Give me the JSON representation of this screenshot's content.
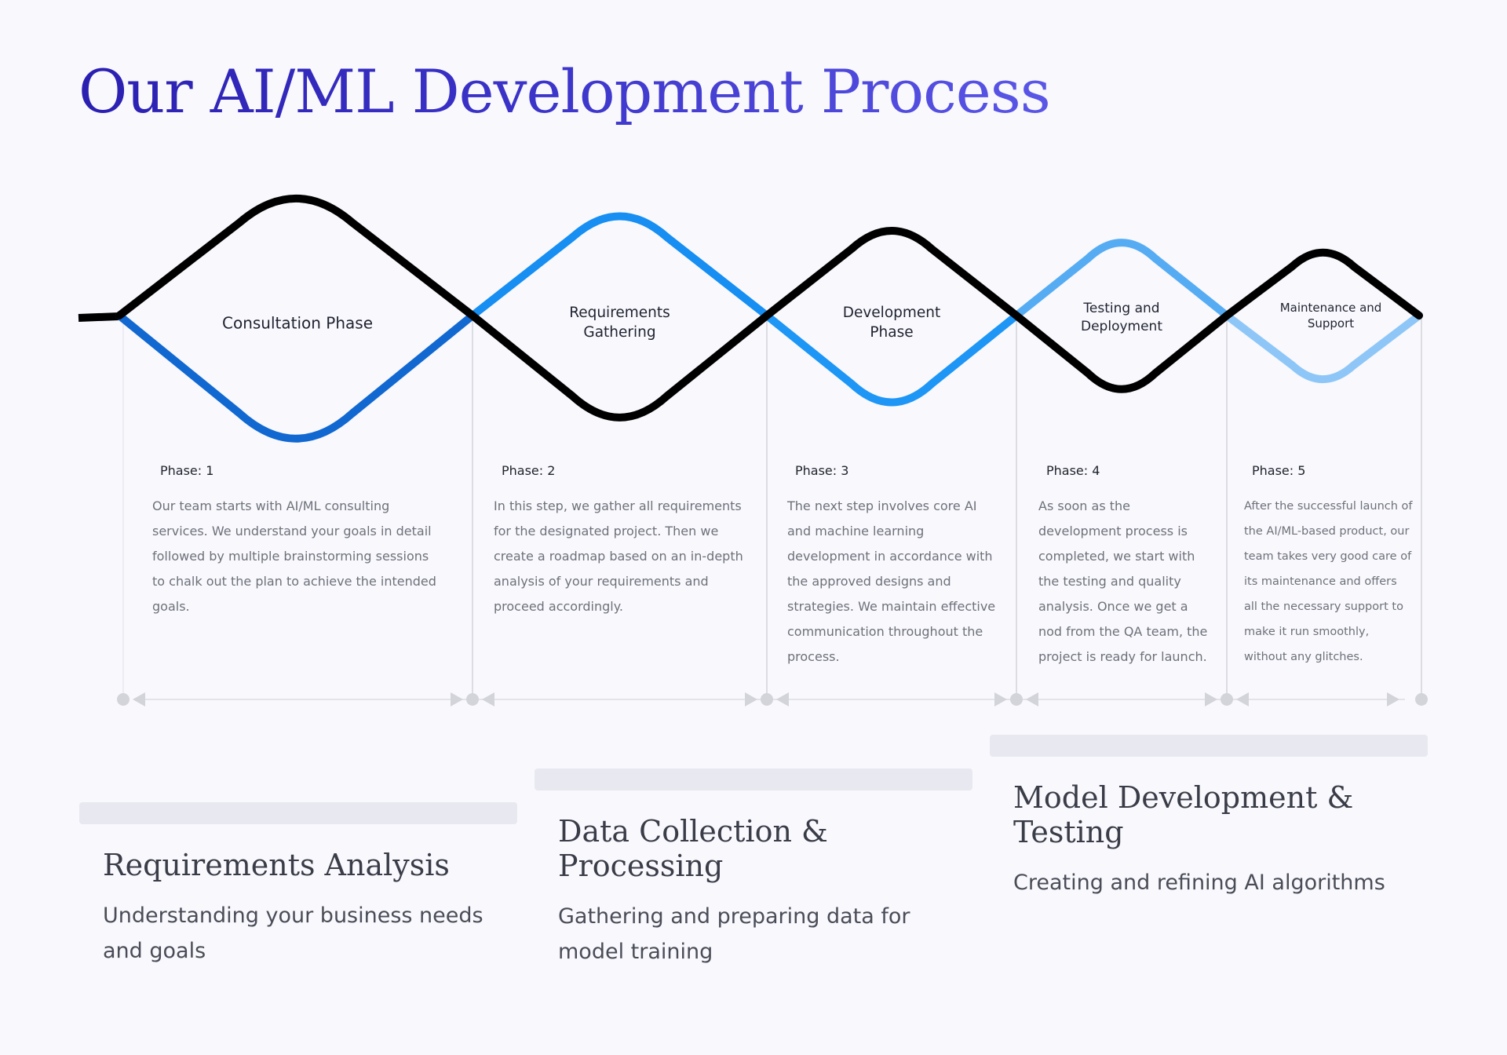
{
  "title": "Our AI/ML Development Process",
  "colors": {
    "title_start": "#2a1fb0",
    "title_end": "#5a56e6",
    "wave_black": "#000000",
    "wave_blue_1": "#1168d0",
    "wave_blue_2": "#168ef2",
    "wave_blue_3": "#1e96f5",
    "wave_blue_4": "#56acf3",
    "wave_blue_5": "#8ec7f7",
    "timeline": "#d6d7dc",
    "card_bar": "#e8e8f0"
  },
  "phases": [
    {
      "label_lines": [
        "Consultation Phase"
      ],
      "phase_label": "Phase: 1",
      "description": "Our team starts with AI/ML consulting services. We understand your goals in detail followed by multiple brainstorming sessions to chalk out the plan to achieve the intended goals."
    },
    {
      "label_lines": [
        "Requirements",
        "Gathering"
      ],
      "phase_label": "Phase: 2",
      "description": "In this step, we gather all requirements for the designated project. Then we create a roadmap based on an in-depth analysis of your requirements and proceed accordingly."
    },
    {
      "label_lines": [
        "Development",
        "Phase"
      ],
      "phase_label": "Phase: 3",
      "description": "The next step involves core AI and machine learning development in accordance with the approved designs and strategies.  We maintain effective communication throughout the process."
    },
    {
      "label_lines": [
        "Testing and",
        "Deployment"
      ],
      "phase_label": "Phase: 4",
      "description": "As soon as the development process is completed, we start with the testing and quality analysis. Once we get a nod from the QA team, the project is ready for launch."
    },
    {
      "label_lines": [
        "Maintenance and",
        "Support"
      ],
      "phase_label": "Phase: 5",
      "description": "After the successful launch of the AI/ML-based product, our team takes very good care of its maintenance and offers all the necessary support to make it run smoothly, without any glitches."
    }
  ],
  "cards": [
    {
      "title": "Requirements Analysis",
      "description": "Understanding your business needs and goals"
    },
    {
      "title": "Data Collection & Processing",
      "description": "Gathering and preparing data for model training"
    },
    {
      "title": "Model Development & Testing",
      "description": "Creating and refining AI algorithms"
    }
  ]
}
